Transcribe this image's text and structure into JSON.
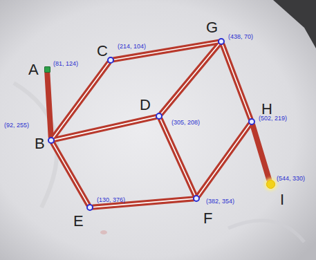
{
  "diagram": {
    "nodes": [
      {
        "text": [
          "A",
          "(81, 124)"
        ]
      },
      {
        "text": [
          "B",
          "(92, 255)"
        ]
      },
      {
        "text": [
          "C",
          "(214, 104)"
        ]
      },
      {
        "text": [
          "D",
          "(305, 208)"
        ]
      },
      {
        "text": [
          "E",
          "(130, 376)"
        ]
      },
      {
        "text": [
          "F",
          "(382, 354)"
        ]
      },
      {
        "text": [
          "G",
          "(438, 70)"
        ]
      },
      {
        "text": [
          "H",
          "(502, 219)"
        ]
      },
      {
        "text": [
          "I",
          "(544, 330)"
        ]
      }
    ],
    "edges": [
      {
        "from": 0,
        "to": 1,
        "arrow": "none"
      },
      {
        "from": 1,
        "to": 2,
        "arrow": "none"
      },
      {
        "from": 2,
        "to": 6,
        "arrow": "none"
      },
      {
        "from": 1,
        "to": 3,
        "arrow": "none"
      },
      {
        "from": 3,
        "to": 6,
        "arrow": "none"
      },
      {
        "from": 3,
        "to": 5,
        "arrow": "none"
      },
      {
        "from": 1,
        "to": 4,
        "arrow": "none"
      },
      {
        "from": 4,
        "to": 5,
        "arrow": "none"
      },
      {
        "from": 5,
        "to": 7,
        "arrow": "none"
      },
      {
        "from": 6,
        "to": 7,
        "arrow": "none"
      },
      {
        "from": 7,
        "to": 8,
        "arrow": "none"
      }
    ]
  }
}
